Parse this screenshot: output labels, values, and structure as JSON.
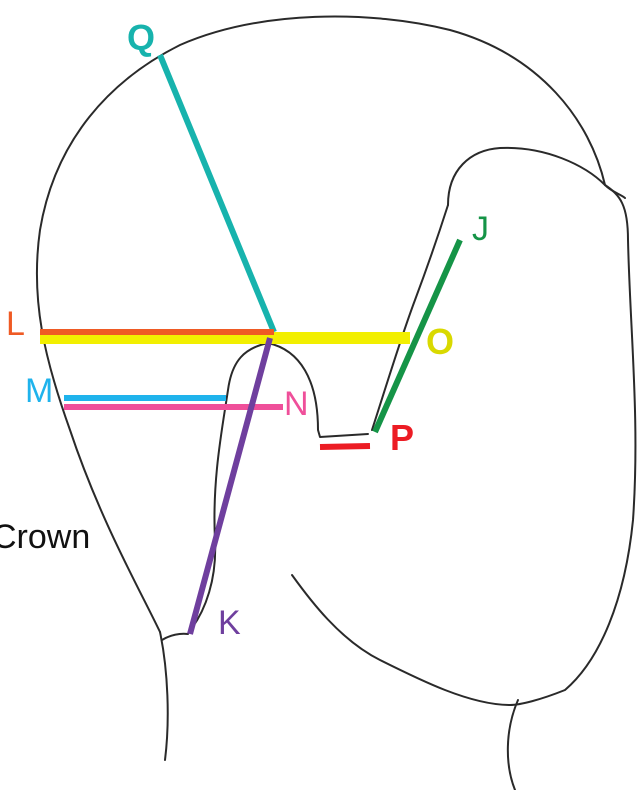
{
  "caption": "Crown",
  "lines": [
    {
      "id": "Q",
      "label": "Q",
      "color": "#17b3ad"
    },
    {
      "id": "L",
      "label": "L",
      "color": "#ef5a24"
    },
    {
      "id": "O",
      "label": "O",
      "color": "#f2ef00"
    },
    {
      "id": "M",
      "label": "M",
      "color": "#1fb3ec"
    },
    {
      "id": "N",
      "label": "N",
      "color": "#ef4f9a"
    },
    {
      "id": "K",
      "label": "K",
      "color": "#6f3f9e"
    },
    {
      "id": "J",
      "label": "J",
      "color": "#159447"
    },
    {
      "id": "P",
      "label": "P",
      "color": "#ec1c24"
    }
  ],
  "label_colors": {
    "Q": "#17b3ad",
    "L": "#ef5a24",
    "O": "#d9d900",
    "M": "#1fb3ec",
    "N": "#ef4f9a",
    "K": "#6f3f9e",
    "J": "#159447",
    "P": "#ec1c24"
  }
}
